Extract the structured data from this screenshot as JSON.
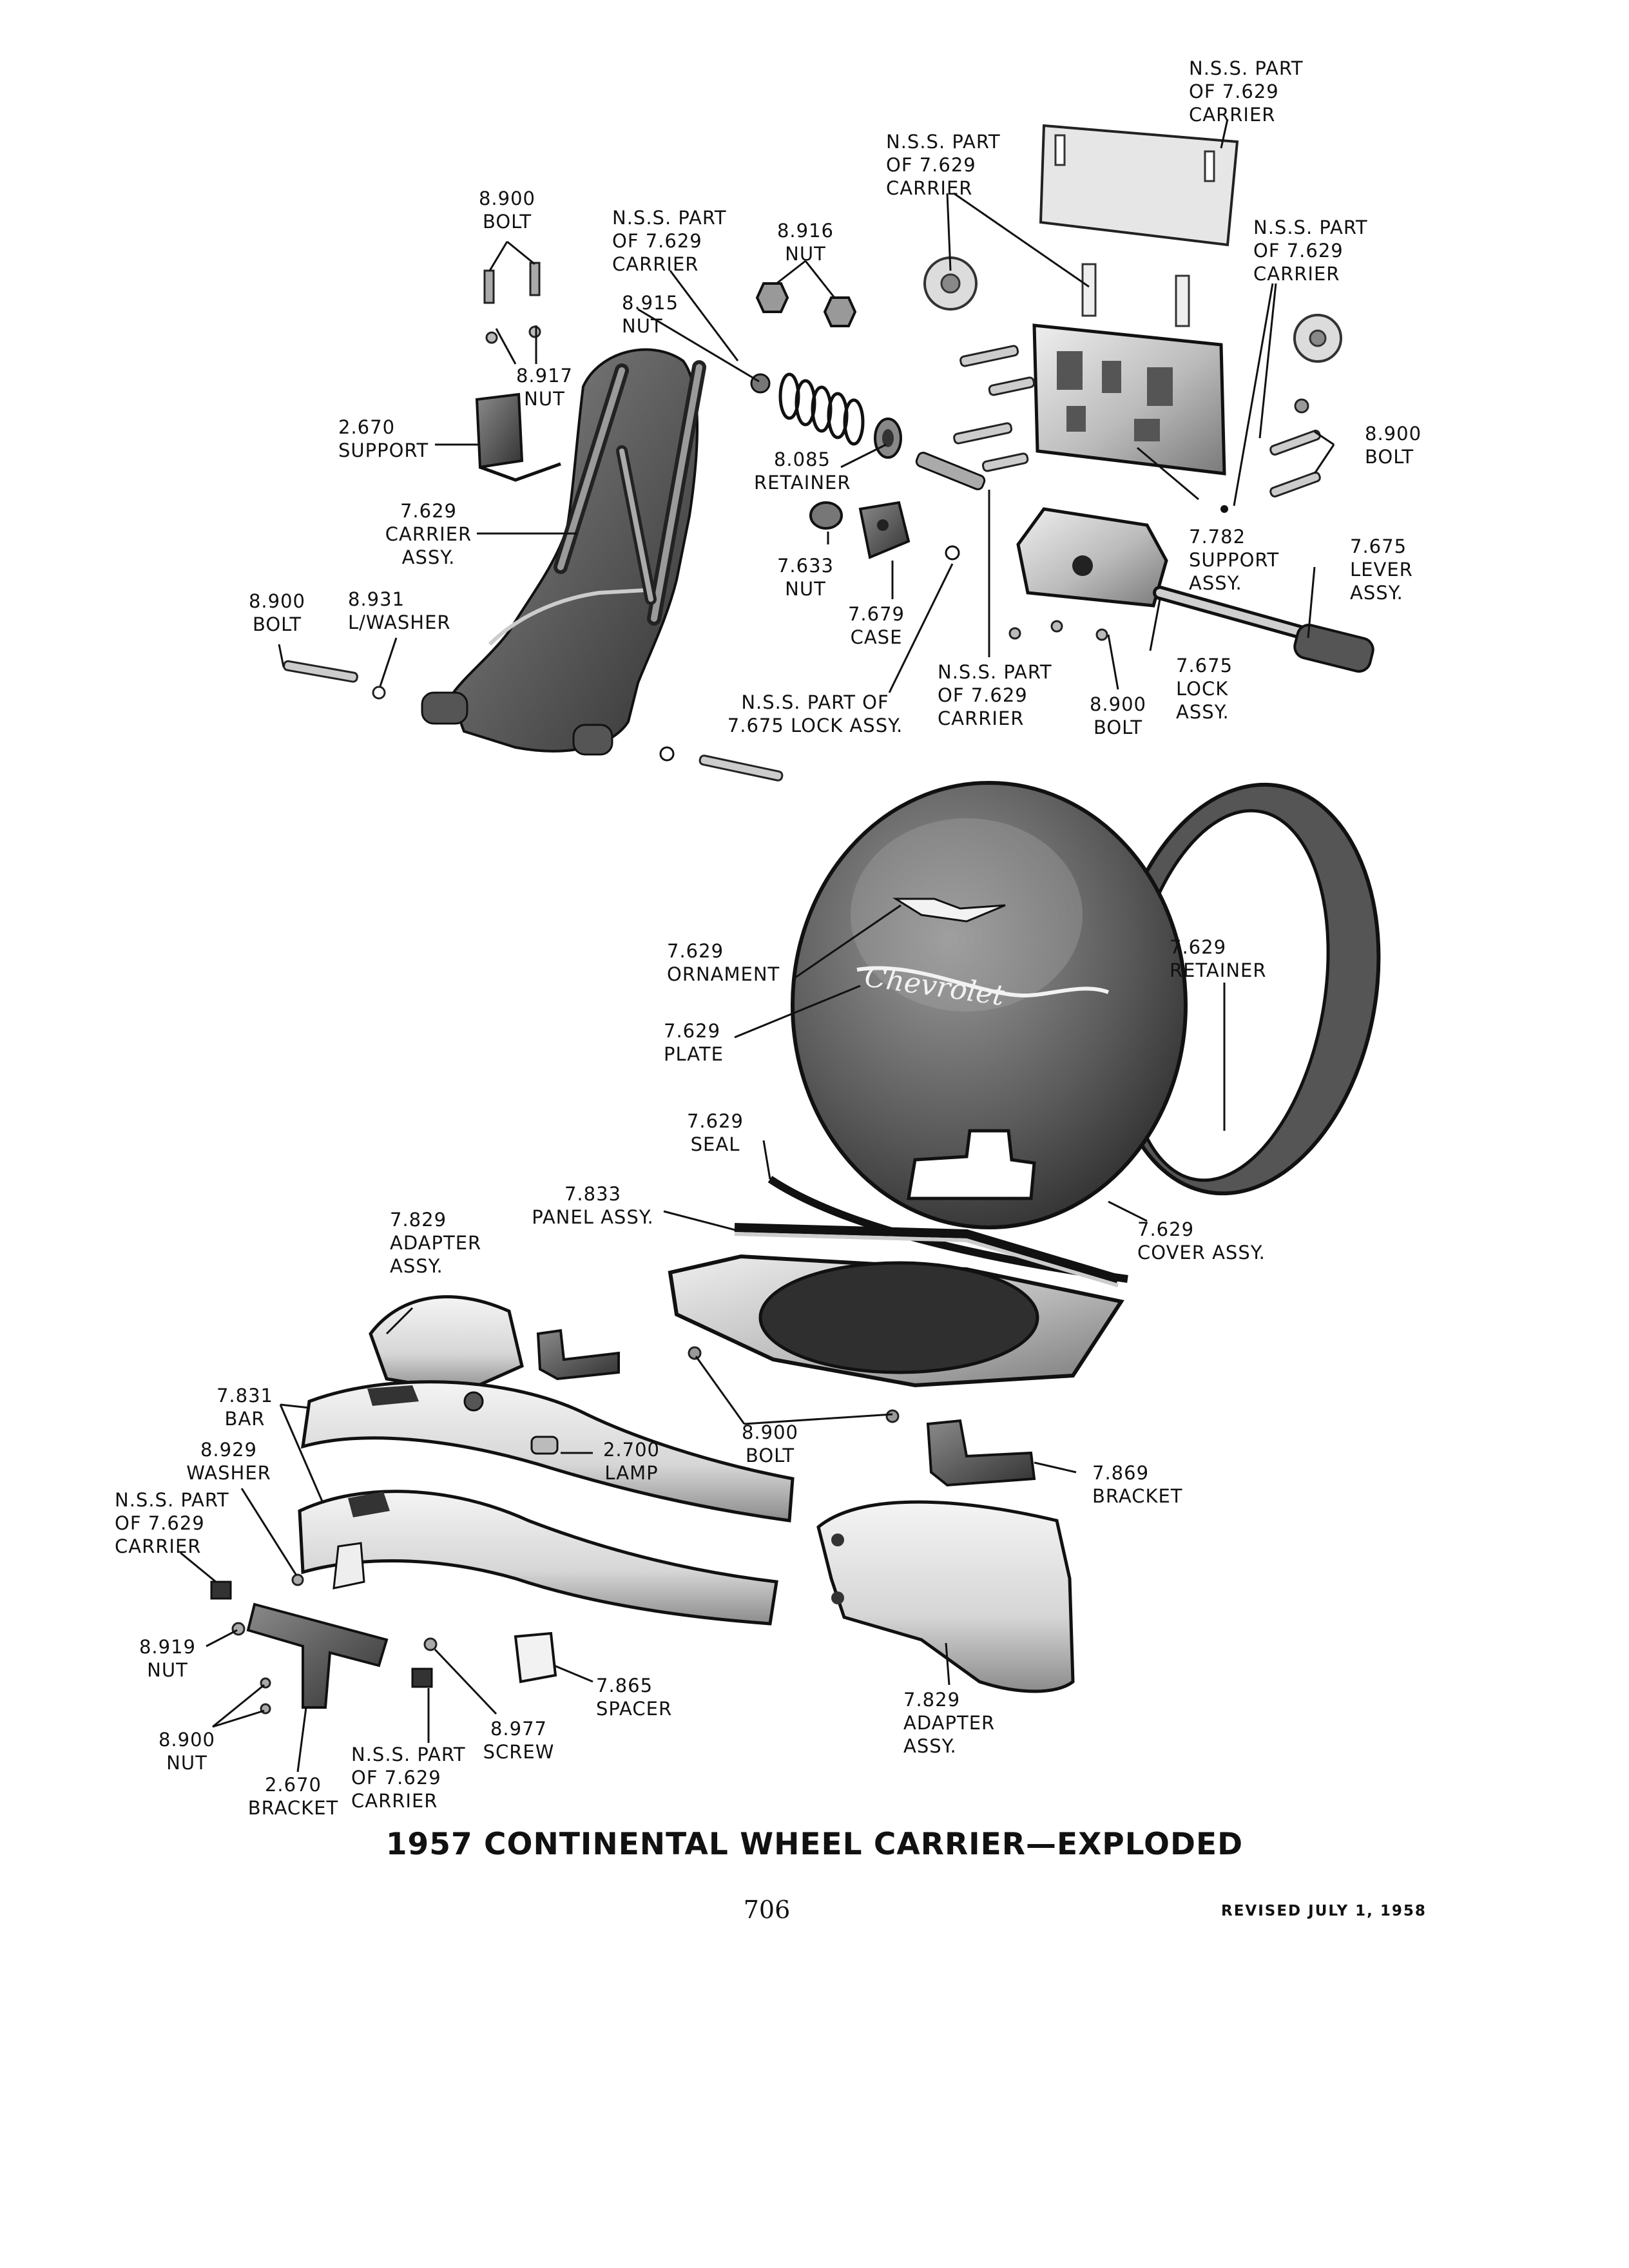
{
  "figure": {
    "title": "1957 CONTINENTAL WHEEL CARRIER—EXPLODED",
    "page_number": "706",
    "revision": "REVISED JULY 1, 1958"
  },
  "callouts": [
    {
      "id": "nss-carrier-top-right",
      "text": "N.S.S. PART\nOF 7.629\nCARRIER"
    },
    {
      "id": "nss-carrier-top-mid",
      "text": "N.S.S. PART\nOF 7.629\nCARRIER"
    },
    {
      "id": "nss-carrier-right",
      "text": "N.S.S. PART\nOF 7.629\nCARRIER"
    },
    {
      "id": "bolt-8900-top",
      "text": "8.900\nBOLT"
    },
    {
      "id": "nss-carrier-left",
      "text": "N.S.S. PART\nOF 7.629\nCARRIER"
    },
    {
      "id": "nut-8916",
      "text": "8.916\nNUT"
    },
    {
      "id": "nut-8915",
      "text": "8.915\nNUT"
    },
    {
      "id": "nut-8917",
      "text": "8.917\nNUT"
    },
    {
      "id": "support-2670",
      "text": "2.670\nSUPPORT"
    },
    {
      "id": "bolt-8900-right",
      "text": "8.900\nBOLT"
    },
    {
      "id": "retainer-8085",
      "text": "8.085\nRETAINER"
    },
    {
      "id": "carrier-assy-7629",
      "text": "7.629\nCARRIER\nASSY."
    },
    {
      "id": "nut-7633",
      "text": "7.633\nNUT"
    },
    {
      "id": "support-assy-7782",
      "text": "7.782\nSUPPORT\nASSY."
    },
    {
      "id": "lever-assy-7675",
      "text": "7.675\nLEVER\nASSY."
    },
    {
      "id": "bolt-8900-left",
      "text": "8.900\nBOLT"
    },
    {
      "id": "lwasher-8931",
      "text": "8.931\nL/WASHER"
    },
    {
      "id": "case-7679",
      "text": "7.679\nCASE"
    },
    {
      "id": "nss-carrier-lock",
      "text": "N.S.S. PART\nOF 7.629\nCARRIER"
    },
    {
      "id": "lock-assy-7675",
      "text": "7.675\nLOCK\nASSY."
    },
    {
      "id": "nss-lock-assy",
      "text": "N.S.S. PART OF\n7.675 LOCK ASSY."
    },
    {
      "id": "bolt-8900-lock",
      "text": "8.900\nBOLT"
    },
    {
      "id": "ornament-7629",
      "text": "7.629\nORNAMENT"
    },
    {
      "id": "retainer-7629",
      "text": "7.629\nRETAINER"
    },
    {
      "id": "plate-7629",
      "text": "7.629\nPLATE"
    },
    {
      "id": "seal-7629",
      "text": "7.629\nSEAL"
    },
    {
      "id": "panel-assy-7833",
      "text": "7.833\nPANEL ASSY."
    },
    {
      "id": "adapter-assy-7829-top",
      "text": "7.829\nADAPTER\nASSY."
    },
    {
      "id": "cover-assy-7629",
      "text": "7.629\nCOVER ASSY."
    },
    {
      "id": "bar-7831",
      "text": "7.831\nBAR"
    },
    {
      "id": "washer-8929",
      "text": "8.929\nWASHER"
    },
    {
      "id": "lamp-2700",
      "text": "2.700\nLAMP"
    },
    {
      "id": "bolt-8900-panel",
      "text": "8.900\nBOLT"
    },
    {
      "id": "nss-carrier-bottom-left",
      "text": "N.S.S. PART\nOF 7.629\nCARRIER"
    },
    {
      "id": "bracket-7869",
      "text": "7.869\nBRACKET"
    },
    {
      "id": "nut-8919",
      "text": "8.919\nNUT"
    },
    {
      "id": "spacer-7865",
      "text": "7.865\nSPACER"
    },
    {
      "id": "adapter-assy-7829-bottom",
      "text": "7.829\nADAPTER\nASSY."
    },
    {
      "id": "nut-8900",
      "text": "8.900\nNUT"
    },
    {
      "id": "screw-8977",
      "text": "8.977\nSCREW"
    },
    {
      "id": "nss-carrier-bottom",
      "text": "N.S.S. PART\nOF 7.629\nCARRIER"
    },
    {
      "id": "bracket-2670",
      "text": "2.670\nBRACKET"
    }
  ],
  "cover_script": "Chevrolet"
}
